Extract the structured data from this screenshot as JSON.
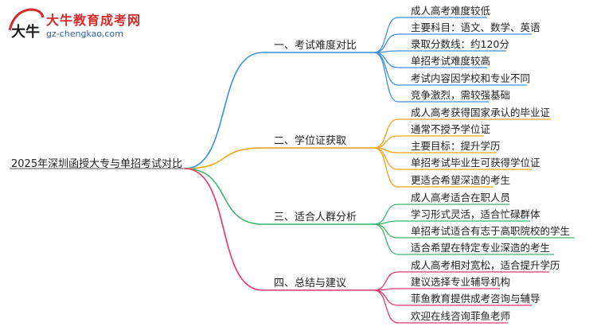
{
  "logo": {
    "brand": "大牛教育成考网",
    "url": "gz-chengkao.com",
    "mark_text": "大牛"
  },
  "root": "2025年深圳函授大专与单招考试对比",
  "colors": {
    "root_line": "#8a8a8a",
    "branch1": "#3b8fe0",
    "branch2": "#f0a21a",
    "branch3": "#3cb56a",
    "branch4": "#e0386b"
  },
  "branches": [
    {
      "label": "一、考试难度对比",
      "color": "#3b8fe0",
      "leaves": [
        "成人高考难度较低",
        "主要科目：语文、数学、英语",
        "录取分数线：约120分",
        "单招考试难度较高",
        "考试内容因学校和专业不同",
        "竞争激烈，需较强基础"
      ]
    },
    {
      "label": "二、学位证获取",
      "color": "#f0a21a",
      "leaves": [
        "成人高考获得国家承认的毕业证",
        "通常不授予学位证",
        "主要目标：提升学历",
        "单招考试毕业生可获得学位证",
        "更适合希望深造的考生"
      ]
    },
    {
      "label": "三、适合人群分析",
      "color": "#3cb56a",
      "leaves": [
        "成人高考适合在职人员",
        "学习形式灵活，适合忙碌群体",
        "单招考试适合有志于高职院校的学生",
        "适合希望在特定专业深造的考生"
      ]
    },
    {
      "label": "四、总结与建议",
      "color": "#e0386b",
      "leaves": [
        "成人高考相对宽松，适合提升学历",
        "建议选择专业辅导机构",
        "菲鱼教育提供成考咨询与辅导",
        "欢迎在线咨询菲鱼老师"
      ]
    }
  ]
}
